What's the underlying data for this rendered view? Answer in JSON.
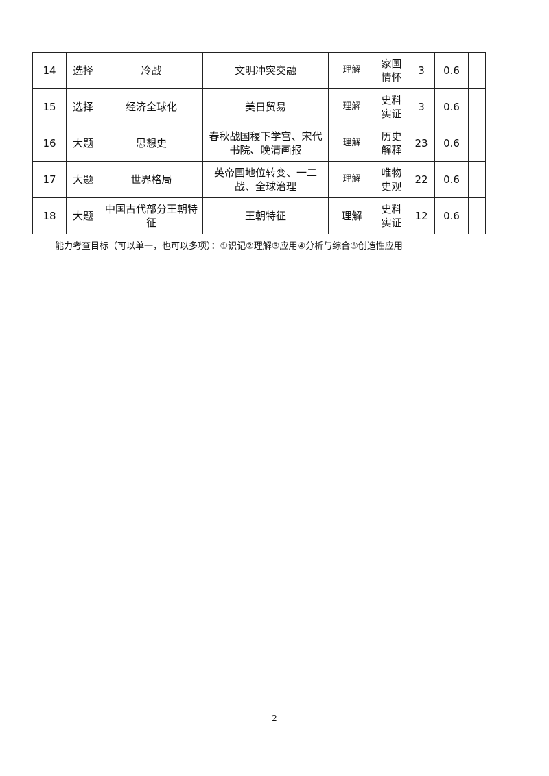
{
  "page": {
    "top_mark": ".",
    "page_number": "2"
  },
  "table": {
    "rows": [
      {
        "no": "14",
        "type": "选择",
        "content": "冷战",
        "knowledge": "文明冲突交融",
        "ability": "理解",
        "literacy": "家国情怀",
        "score": "3",
        "difficulty": "0.6",
        "remark": ""
      },
      {
        "no": "15",
        "type": "选择",
        "content": "经济全球化",
        "knowledge": "美日贸易",
        "ability": "理解",
        "literacy": "史料实证",
        "score": "3",
        "difficulty": "0.6",
        "remark": ""
      },
      {
        "no": "16",
        "type": "大题",
        "content": "思想史",
        "knowledge": "春秋战国稷下学宫、宋代书院、晚清画报",
        "ability": "理解",
        "literacy": "历史解释",
        "score": "23",
        "difficulty": "0.6",
        "remark": ""
      },
      {
        "no": "17",
        "type": "大题",
        "content": "世界格局",
        "knowledge": "英帝国地位转变、一二战、全球治理",
        "ability": "理解",
        "literacy": "唯物史观",
        "score": "22",
        "difficulty": "0.6",
        "remark": ""
      },
      {
        "no": "18",
        "type": "大题",
        "content": "中国古代部分王朝特征",
        "knowledge": "王朝特征",
        "ability": "理解",
        "literacy": "史料实证",
        "score": "12",
        "difficulty": "0.6",
        "remark": ""
      }
    ]
  },
  "note": "能力考查目标（可以单一，也可以多项）：①识记②理解③应用④分析与综合⑤创造性应用"
}
